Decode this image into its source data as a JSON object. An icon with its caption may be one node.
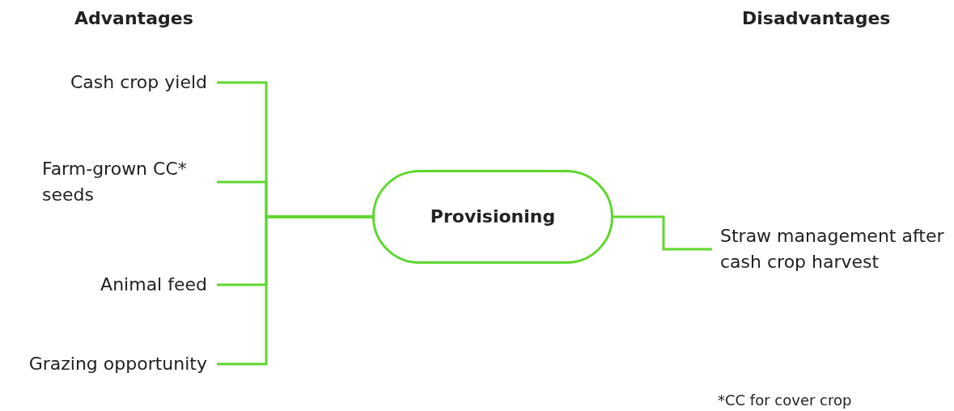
{
  "diagram": {
    "nodes": [
      {
        "text": [
          "Provisioning"
        ]
      },
      {
        "text": [
          "Cash crop yield"
        ]
      },
      {
        "text": [
          "Farm-grown CC* seeds"
        ]
      },
      {
        "text": [
          "Animal feed"
        ]
      },
      {
        "text": [
          "Grazing opportunity"
        ]
      },
      {
        "text": [
          "Straw management after cash crop harvest"
        ]
      }
    ],
    "edges": [
      {
        "from": 1,
        "to": 0,
        "arrow": "none"
      },
      {
        "from": 2,
        "to": 0,
        "arrow": "none"
      },
      {
        "from": 3,
        "to": 0,
        "arrow": "none"
      },
      {
        "from": 4,
        "to": 0,
        "arrow": "none"
      },
      {
        "from": 0,
        "to": 5,
        "arrow": "none"
      }
    ],
    "labels": [
      "Advantages",
      "Disadvantages",
      "*CC for cover crop"
    ]
  }
}
